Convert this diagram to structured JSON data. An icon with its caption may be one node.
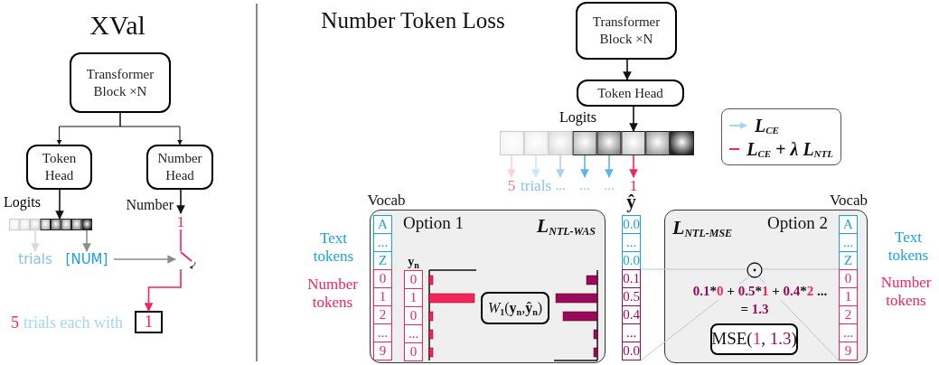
{
  "diagram": {
    "nodes": [
      {
        "text": [
          "Transformer Block ×N"
        ]
      },
      {
        "text": [
          "Token Head"
        ]
      },
      {
        "text": [
          "Number Head"
        ]
      },
      {
        "text": [],
        "shape": "bar",
        "beside": [
          "Logits"
        ]
      },
      {
        "text": [
          "trials"
        ]
      },
      {
        "text": [
          "[NUM]"
        ]
      },
      {
        "text": [
          "1"
        ]
      },
      {
        "text": [],
        "shape": "picture"
      },
      {
        "text": [
          "1"
        ],
        "beside": [
          "5",
          "trials each with"
        ]
      },
      {
        "text": [
          "Transformer Block ×N"
        ]
      },
      {
        "text": [
          "Token Head"
        ]
      },
      {
        "text": [],
        "shape": "bar",
        "beside": [
          "Logits"
        ]
      },
      {
        "text": [
          "5"
        ]
      },
      {
        "text": [
          "trials"
        ]
      },
      {
        "text": [
          "..."
        ]
      },
      {
        "text": [
          "..."
        ]
      },
      {
        "text": [
          "..."
        ]
      },
      {
        "text": [
          "1"
        ]
      },
      {
        "text": [
          "Option 1",
          "L$_{NTL-WAS}$"
        ]
      },
      {
        "text": [
          "Vocab"
        ]
      },
      {
        "text": [
          "A"
        ],
        "in": 19
      },
      {
        "text": [
          "..."
        ],
        "in": 19
      },
      {
        "text": [
          "Z"
        ],
        "in": 19
      },
      {
        "text": [
          "0"
        ],
        "in": 19
      },
      {
        "text": [
          "1"
        ],
        "in": 19
      },
      {
        "text": [
          "2"
        ],
        "in": 19
      },
      {
        "text": [
          "..."
        ],
        "in": 19
      },
      {
        "text": [
          "9"
        ],
        "in": 19
      },
      {
        "text": [
          "y$_{n}$"
        ],
        "in": 18
      },
      {
        "text": [
          "0"
        ],
        "in": 28
      },
      {
        "text": [
          "1"
        ],
        "in": 28
      },
      {
        "text": [
          "0"
        ],
        "in": 28
      },
      {
        "text": [
          "..."
        ],
        "in": 28
      },
      {
        "text": [
          "0"
        ],
        "in": 28
      },
      {
        "text": [
          "*W*$_{1}$(**y**$_{n}$,**ŷ**$_{n}$)"
        ],
        "in": 18
      },
      {
        "text": [
          "ŷ"
        ]
      },
      {
        "text": [
          "0.0"
        ],
        "in": 35
      },
      {
        "text": [
          "..."
        ],
        "in": 35
      },
      {
        "text": [
          "0.0"
        ],
        "in": 35
      },
      {
        "text": [
          "0.1"
        ],
        "in": 35
      },
      {
        "text": [
          "0.5"
        ],
        "in": 35
      },
      {
        "text": [
          "0.4"
        ],
        "in": 35
      },
      {
        "text": [
          "..."
        ],
        "in": 35
      },
      {
        "text": [
          "0.0"
        ],
        "in": 35
      },
      {
        "text": [
          "L$_{NTL-MSE}$",
          "Option 2"
        ]
      },
      {
        "text": [],
        "shape": "circle",
        "in": 44
      },
      {
        "text": [
          "MSE(1, 1.3)"
        ],
        "in": 44
      },
      {
        "text": [
          "Vocab"
        ]
      },
      {
        "text": [
          "A"
        ],
        "in": 47
      },
      {
        "text": [
          "..."
        ],
        "in": 47
      },
      {
        "text": [
          "Z"
        ],
        "in": 47
      },
      {
        "text": [
          "0"
        ],
        "in": 47
      },
      {
        "text": [
          "1"
        ],
        "in": 47
      },
      {
        "text": [
          "2"
        ],
        "in": 47
      },
      {
        "text": [
          "..."
        ],
        "in": 47
      },
      {
        "text": [
          "9"
        ],
        "in": 47
      }
    ],
    "edges": [
      {
        "from": 0,
        "to": 1,
        "arrow": "to"
      },
      {
        "from": 0,
        "to": 2,
        "arrow": "to"
      },
      {
        "from": 1,
        "to": 3,
        "arrow": "to"
      },
      {
        "from": 2,
        "to": 6,
        "arrow": "to"
      },
      {
        "from": 3,
        "to": 4,
        "arrow": "to",
        "color": "#d9d9d9"
      },
      {
        "from": 3,
        "to": 5,
        "arrow": "to",
        "color": "#8c8c8c"
      },
      {
        "from": 5,
        "to": 7,
        "arrow": "to",
        "color": "#8c8c8c"
      },
      {
        "from": 6,
        "to": 7,
        "arrow": "none",
        "color": "#f5245e"
      },
      {
        "from": 7,
        "to": 8,
        "arrow": "to",
        "color": "#f5245e"
      },
      {
        "from": 9,
        "to": 10,
        "arrow": "to"
      },
      {
        "from": 10,
        "to": 11,
        "arrow": "to"
      },
      {
        "from": 11,
        "to": 12,
        "arrow": "to",
        "color": "#fcd3dc"
      },
      {
        "from": 11,
        "to": 13,
        "arrow": "to",
        "color": "#cfe6f7"
      },
      {
        "from": 11,
        "to": 14,
        "arrow": "to",
        "color": "#a8d4f2"
      },
      {
        "from": 11,
        "to": 15,
        "arrow": "to",
        "color": "#5bb5ec"
      },
      {
        "from": 11,
        "to": 16,
        "arrow": "to",
        "color": "#5bb5ec"
      },
      {
        "from": 11,
        "to": 17,
        "arrow": "to",
        "color": "#f5245e"
      },
      {
        "from": 39,
        "to": 45,
        "arrow": "none",
        "color": "#b8c8d0"
      },
      {
        "from": 43,
        "to": 45,
        "arrow": "none",
        "color": "#b8c8d0"
      },
      {
        "from": 45,
        "to": 51,
        "arrow": "none",
        "color": "#b8c8d0"
      },
      {
        "from": 45,
        "to": 55,
        "arrow": "none",
        "color": "#b8c8d0"
      }
    ],
    "labels": [
      "XVal",
      "Number Token Loss",
      "Number",
      "Text tokens",
      "Number tokens",
      "0.1*0 + 0.5*1 + 0.4*2 ...",
      "= 1.3",
      "Text tokens",
      "Number tokens"
    ],
    "legend": [
      {
        "text": "L$_{CE}$"
      },
      {
        "text": "L$_{CE}$ + λ L$_{NTL}$"
      }
    ]
  }
}
